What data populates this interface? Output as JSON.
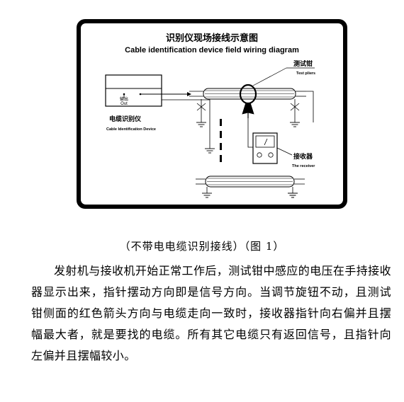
{
  "diagram": {
    "title_zh": "识别仪现场接线示意图",
    "title_en": "Cable identification device field wiring diagram",
    "device_label_zh": "电缆识别仪",
    "device_label_en": "Cable Identification Device",
    "output_label_zh": "输出",
    "output_label_en": "Out",
    "pliers_label_zh": "测试钳",
    "pliers_label_en": "Test pliers",
    "receiver_label_zh": "接收器",
    "receiver_label_en": "The receiver"
  },
  "caption": "（不带电电缆识别接线）（图 1）",
  "paragraph": "发射机与接收机开始正常工作后，测试钳中感应的电压在手持接收器显示出来，指针摆动方向即是信号方向。当调节旋钮不动，且测试钳侧面的红色箭头方向与电缆走向一致时，接收器指针向右偏并且摆幅最大者，就是要找的电缆。所有其它电缆只有返回信号，且指针向左偏并且摆幅较小。"
}
